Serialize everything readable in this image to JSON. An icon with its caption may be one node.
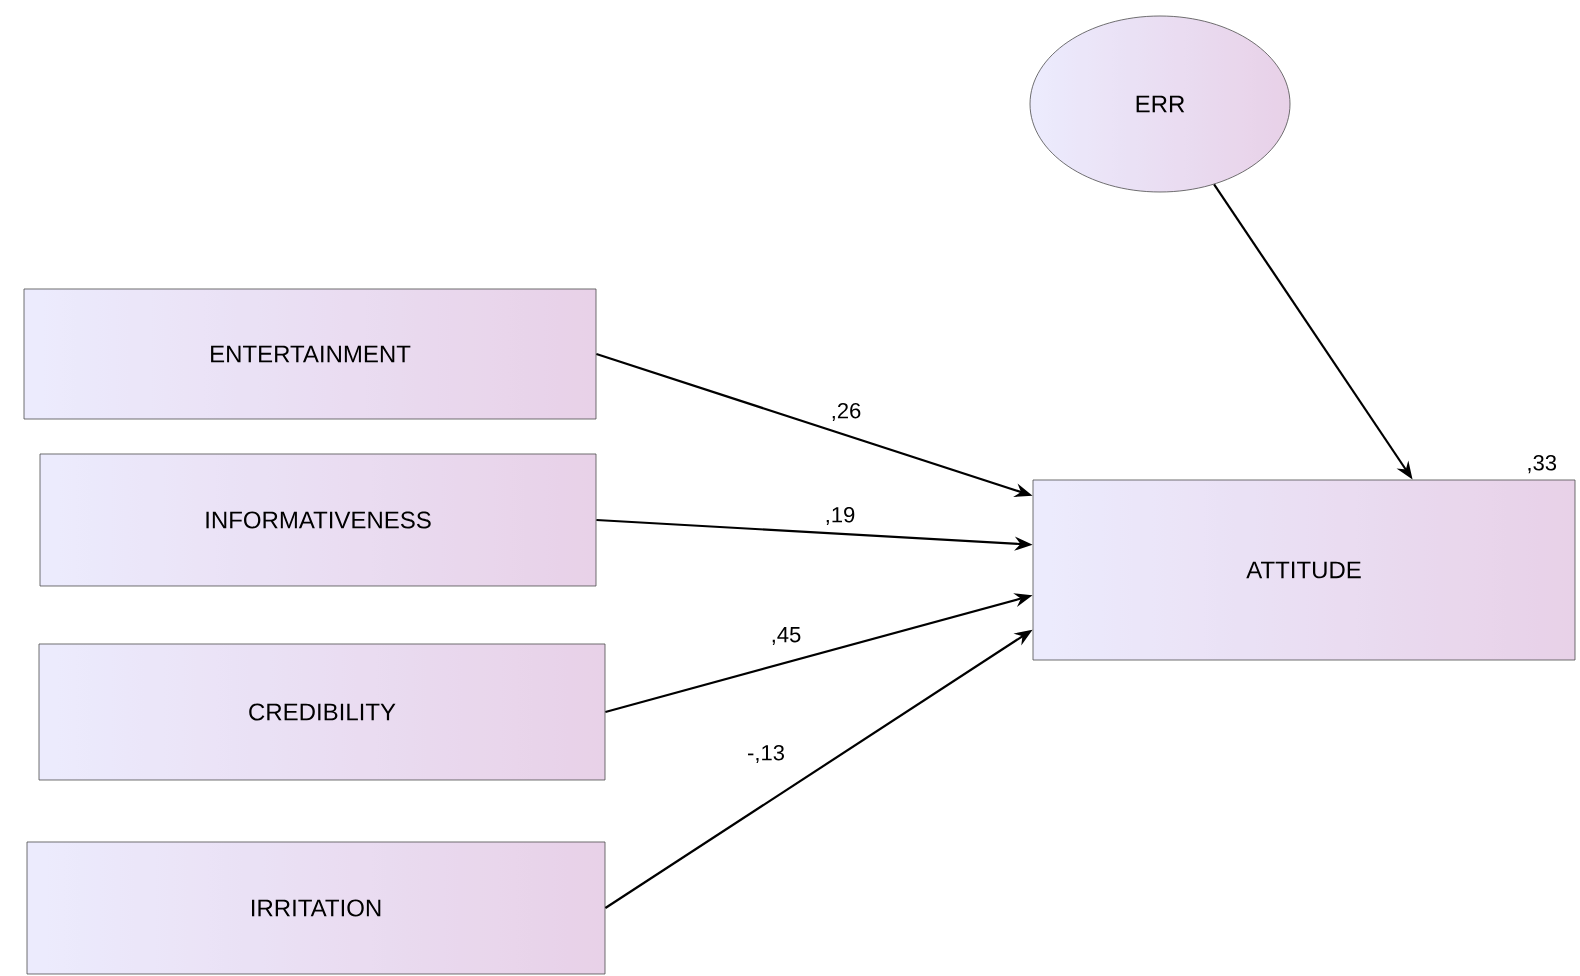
{
  "diagram": {
    "nodes": [
      {
        "text": [
          "ERR"
        ]
      },
      {
        "text": [
          "ENTERTAINMENT"
        ]
      },
      {
        "text": [
          "INFORMATIVENESS"
        ]
      },
      {
        "text": [
          "CREDIBILITY"
        ]
      },
      {
        "text": [
          "IRRITATION"
        ]
      },
      {
        "text": [
          "ATTITUDE"
        ],
        "beside": [
          ",33"
        ]
      }
    ],
    "edges": [
      {
        "from": 0,
        "to": 5,
        "arrow": "to"
      },
      {
        "from": 1,
        "to": 5,
        "arrow": "to",
        "label": ",26"
      },
      {
        "from": 2,
        "to": 5,
        "arrow": "to",
        "label": ",19"
      },
      {
        "from": 3,
        "to": 5,
        "arrow": "to",
        "label": ",45"
      },
      {
        "from": 4,
        "to": 5,
        "arrow": "to",
        "label": "-,13"
      }
    ]
  }
}
